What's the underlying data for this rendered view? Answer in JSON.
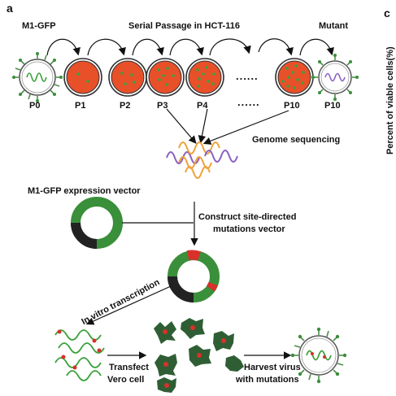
{
  "panels": {
    "a": "a",
    "c": "c"
  },
  "labels": {
    "m1_gfp": "M1-GFP",
    "serial_passage": "Serial Passage in HCT-116",
    "mutant": "Mutant",
    "p0": "P0",
    "p1": "P1",
    "p2": "P2",
    "p3": "P3",
    "p4": "P4",
    "p10": "P10",
    "p10_mutant": "P10",
    "ellipsis_top": "......",
    "ellipsis_bottom": "......",
    "genome_sequencing": "Genome sequencing",
    "expression_vector": "M1-GFP expression vector",
    "construct_line1": "Construct site-directed",
    "construct_line2": "mutations vector",
    "in_vitro": "In vitro transcription",
    "transfect_line1": "Transfect",
    "transfect_line2": "Vero cell",
    "harvest_line1": "Harvest virus",
    "harvest_line2": "with mutations",
    "cut_axis": "Percent of viable cells(%)"
  },
  "colors": {
    "plate_fill": "#e8502a",
    "gfp_dot": "#3aa13a",
    "vector_green": "#3a8f3a",
    "vector_black": "#222222",
    "mutation_red": "#d8312a",
    "cell_green": "#2f5e34",
    "wave_orange": "#f0a23a",
    "wave_purple": "#8a62c0"
  }
}
